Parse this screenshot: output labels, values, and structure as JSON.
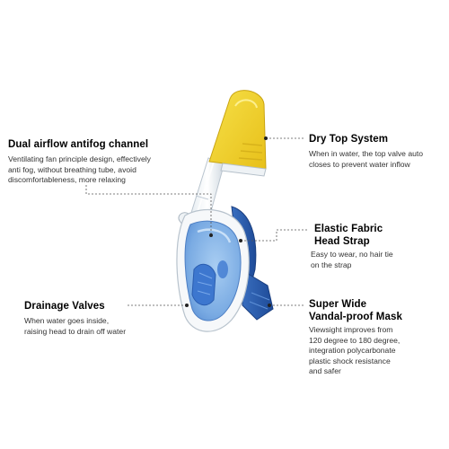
{
  "callouts": [
    {
      "id": "dual-airflow",
      "title": [
        "Dual airflow antifog channel"
      ],
      "desc": [
        "Ventilating fan principle design, effectively",
        "anti fog, without breathing tube, avoid",
        "discomfortableness, more relaxing"
      ]
    },
    {
      "id": "dry-top",
      "title": [
        "Dry Top System"
      ],
      "desc": [
        "When in water, the top valve auto",
        "closes to prevent water inflow"
      ]
    },
    {
      "id": "head-strap",
      "title": [
        "Elastic Fabric",
        "Head Strap"
      ],
      "desc": [
        "Easy to wear, no hair tie",
        "on the strap"
      ]
    },
    {
      "id": "drainage",
      "title": [
        "Drainage Valves"
      ],
      "desc": [
        "When water goes inside,",
        "raising head to drain off water"
      ]
    },
    {
      "id": "wide-view",
      "title": [
        "Super Wide",
        "Vandal-proof Mask"
      ],
      "desc": [
        "Viewsight improves from",
        "120 degree to 180 degree,",
        "integration polycarbonate",
        "plastic shock resistance",
        "and safer"
      ]
    }
  ],
  "colors": {
    "snorkel_tip": "#f2d52a",
    "mask_frame": "#f4f6f8",
    "mask_lens": "#7fb0e6",
    "strap": "#2d5fb0",
    "leader": "#555555"
  }
}
